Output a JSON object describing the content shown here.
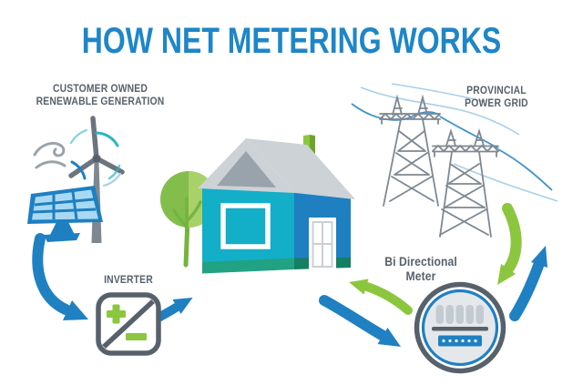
{
  "title": "HOW NET METERING WORKS",
  "labels": {
    "generation_line1": "CUSTOMER OWNED",
    "generation_line2": "RENEWABLE GENERATION",
    "grid_line1": "PROVINCIAL",
    "grid_line2": "POWER GRID",
    "inverter": "INVERTER",
    "meter_line1": "Bi Directional",
    "meter_line2": "Meter"
  },
  "colors": {
    "title_blue": "#1e86c8",
    "arrow_blue": "#1f80c2",
    "green": "#8cc63e",
    "green_dark": "#6fa32f",
    "slate": "#57616b",
    "tower_gray": "#7e8891",
    "wind_gray": "#9aa4ac",
    "blade_gray": "#6b757e",
    "house_teal": "#13aec7",
    "house_blue": "#1e7fc1",
    "roof_gray": "#ccd2d6",
    "gable_gray": "#99a3ab",
    "base_green": "#21a283",
    "base_green_dark": "#157f63",
    "tree_green": "#83bd4c",
    "tree_green_light": "#a9d169",
    "trunk_green": "#74b53e",
    "solar_cell": "#a9d9f2",
    "meter_face": "#e4e8eb",
    "meter_bar": "#c3cbd2",
    "powerline_light": "#a9cfe9",
    "teal_arc": "#2ab5c8"
  }
}
